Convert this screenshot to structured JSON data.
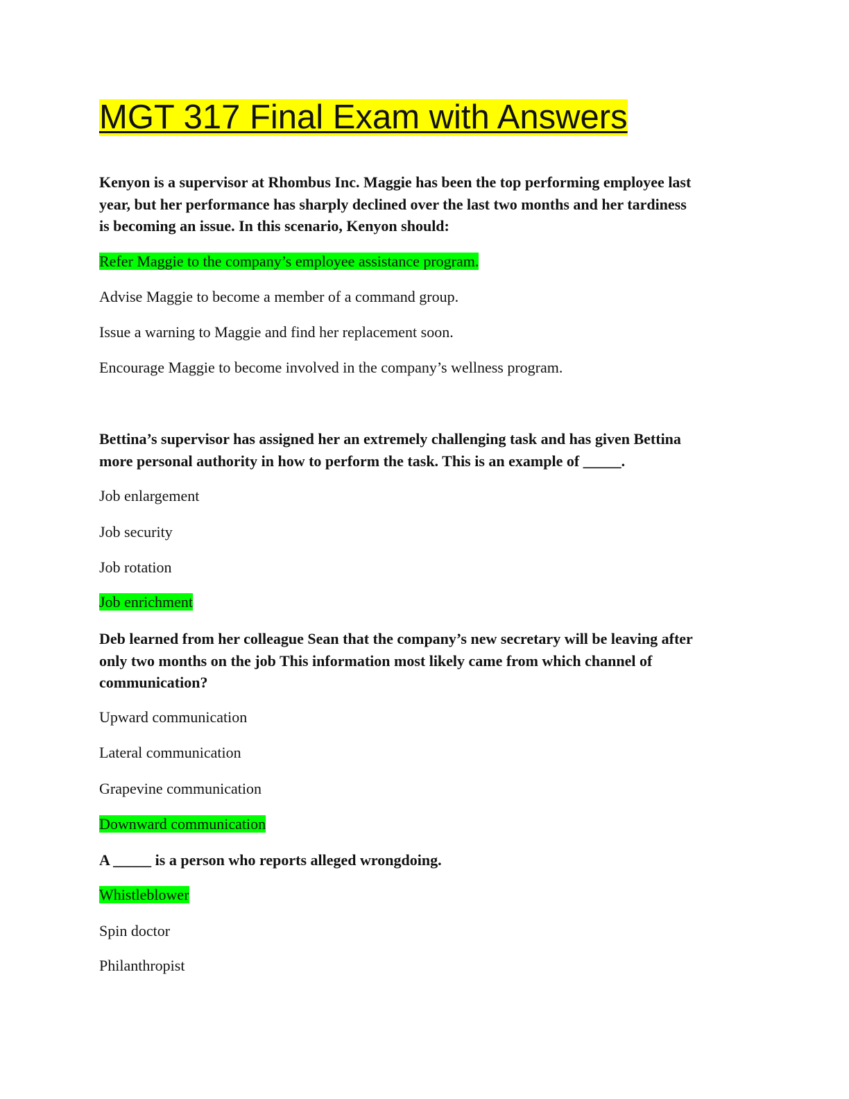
{
  "title": "MGT 317 Final Exam with Answers",
  "colors": {
    "title_highlight": "#ffff00",
    "answer_highlight": "#00ff00"
  },
  "questions": [
    {
      "lines": [
        "Kenyon is a supervisor at Rhombus Inc. Maggie has been the top performing employee last",
        "year, but her performance has sharply declined over the last two months and her tardiness",
        "is becoming an issue. In this scenario, Kenyon should:"
      ],
      "options": [
        "Refer Maggie to the company’s employee assistance program.",
        "Advise Maggie to become a member of a command group.",
        "Issue a warning to Maggie and find her replacement soon.",
        "Encourage Maggie to become involved in the company’s wellness program."
      ],
      "correct_index": 0
    },
    {
      "lines": [
        "Bettina’s supervisor has assigned her an extremely challenging task and has given Bettina",
        "more personal authority in how to perform the task. This is an example of _____."
      ],
      "options": [
        "Job enlargement",
        "Job security",
        "Job rotation",
        "Job enrichment"
      ],
      "correct_index": 3
    },
    {
      "lines": [
        "Deb learned from her colleague Sean that the company’s new secretary will be leaving after",
        "only two months on the job This information most likely came from which channel of",
        "communication?"
      ],
      "options": [
        "Upward communication",
        "Lateral communication",
        "Grapevine communication",
        "Downward communication"
      ],
      "correct_index": 3
    },
    {
      "lines": [
        "A _____ is a person who reports alleged wrongdoing."
      ],
      "options": [
        "Whistleblower",
        "Spin doctor",
        "Philanthropist"
      ],
      "correct_index": 0
    }
  ]
}
